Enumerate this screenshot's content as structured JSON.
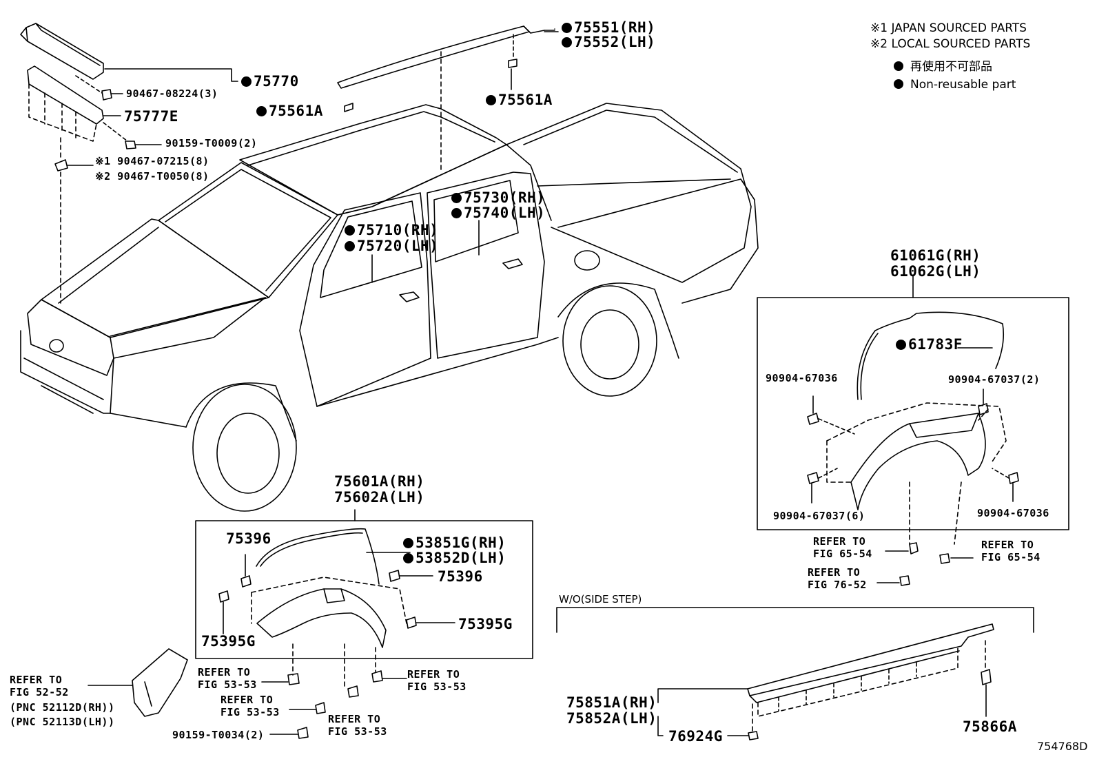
{
  "legend": {
    "note1": "※1 JAPAN SOURCED PARTS",
    "note2": "※2 LOCAL SOURCED PARTS",
    "nonreusable_jp": "再使用不可部品",
    "nonreusable_en": "Non-reusable part"
  },
  "labels": {
    "p75770": "75770",
    "p90467_08224": "90467-08224(3)",
    "p75777E": "75777E",
    "p90159_T0009": "90159-T0009(2)",
    "p90467_07215": "※1 90467-07215(8)",
    "p90467_T0050": "※2 90467-T0050(8)",
    "p75551": "75551(RH)",
    "p75552": "75552(LH)",
    "p75561A_left": "75561A",
    "p75561A_right": "75561A",
    "p75730": "75730(RH)",
    "p75740": "75740(LH)",
    "p75710": "75710(RH)",
    "p75720": "75720(LH)",
    "p61061G": "61061G(RH)",
    "p61062G": "61062G(LH)",
    "p61783F": "61783F",
    "p90904_67036_a": "90904-67036",
    "p90904_67037_2": "90904-67037(2)",
    "p90904_67037_6": "90904-67037(6)",
    "p90904_67036_b": "90904-67036",
    "refer_65_54_a1": "REFER TO",
    "refer_65_54_a2": "FIG 65-54",
    "refer_65_54_b1": "REFER TO",
    "refer_65_54_b2": "FIG 65-54",
    "refer_76_52_1": "REFER TO",
    "refer_76_52_2": "FIG 76-52",
    "p75601A": "75601A(RH)",
    "p75602A": "75602A(LH)",
    "p75396_a": "75396",
    "p53851G": "53851G(RH)",
    "p53852D": "53852D(LH)",
    "p75396_b": "75396",
    "p75395G_a": "75395G",
    "p75395G_b": "75395G",
    "refer_53_53_a1": "REFER TO",
    "refer_53_53_a2": "FIG 53-53",
    "refer_53_53_b1": "REFER TO",
    "refer_53_53_b2": "FIG 53-53",
    "refer_53_53_c1": "REFER TO",
    "refer_53_53_c2": "FIG 53-53",
    "refer_53_53_d1": "REFER TO",
    "refer_53_53_d2": "FIG 53-53",
    "p90159_T0034": "90159-T0034(2)",
    "refer_52_52_1": "REFER TO",
    "refer_52_52_2": "FIG 52-52",
    "pnc_rh": "(PNC 52112D(RH))",
    "pnc_lh": "(PNC 52113D(LH))",
    "wo_side_step": "W/O(SIDE STEP)",
    "p75851A": "75851A(RH)",
    "p75852A": "75852A(LH)",
    "p76924G": "76924G",
    "p75866A": "75866A",
    "fig_id": "754768D"
  }
}
